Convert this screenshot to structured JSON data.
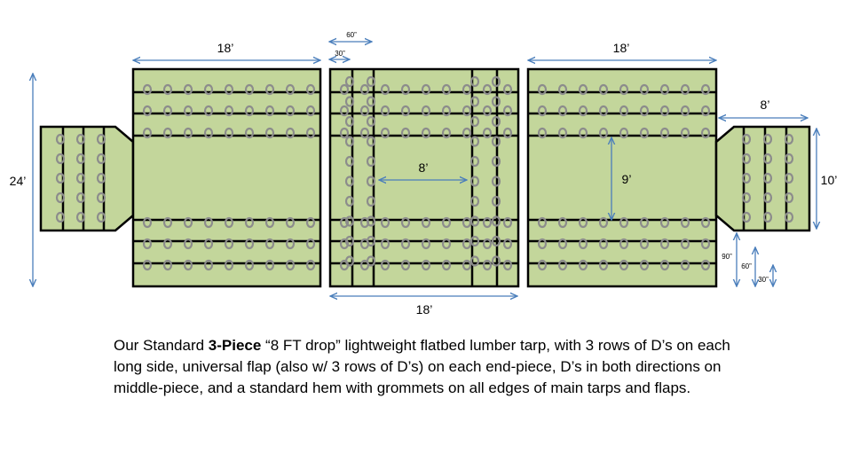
{
  "colors": {
    "panel": "#c3d69b",
    "outline": "#000000",
    "ring": "#8c8c8c",
    "arrow": "#4a7ebb"
  },
  "dimensions": {
    "left_width": "18’",
    "center_60": "60”",
    "center_30": "30”",
    "right_width": "18’",
    "left_height": "24’",
    "center_inner": "8’",
    "right_drop": "9’",
    "flap_width": "8’",
    "flap_height": "10’",
    "center_bottom": "18’",
    "flap_90": "90”",
    "flap_60": "60”",
    "flap_30": "30”"
  },
  "caption": {
    "pre": "Our Standard ",
    "bold": "3-Piece",
    "post": " “8 FT drop” lightweight flatbed lumber tarp, with 3 rows of D’s on each long side, universal flap (also w/ 3 rows of D’s) on each end-piece,  D’s in both directions on middle-piece,  and a standard hem with grommets on all edges of main tarps and flaps."
  }
}
